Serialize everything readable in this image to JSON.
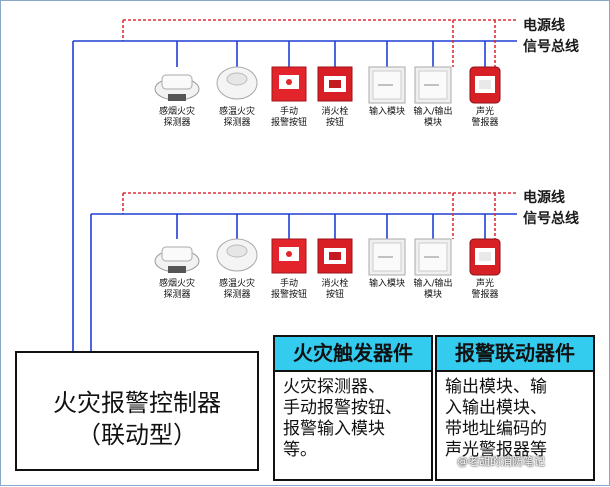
{
  "bus": {
    "power_label": "电源线",
    "signal_label": "信号总线"
  },
  "devices_top": [
    {
      "label1": "感烟火灾",
      "label2": "探测器",
      "icon": "smoke-detector-icon"
    },
    {
      "label1": "感温火灾",
      "label2": "探测器",
      "icon": "heat-detector-icon"
    },
    {
      "label1": "手动",
      "label2": "报警按钮",
      "icon": "manual-alarm-button-icon"
    },
    {
      "label1": "消火栓",
      "label2": "按钮",
      "icon": "hydrant-button-icon"
    },
    {
      "label1": "输入模块",
      "label2": "",
      "icon": "input-module-icon"
    },
    {
      "label1": "输入/输出",
      "label2": "模块",
      "icon": "io-module-icon"
    },
    {
      "label1": "声光",
      "label2": "警报器",
      "icon": "sound-light-alarm-icon"
    }
  ],
  "devices_bottom": [
    {
      "label1": "感烟火灾",
      "label2": "探测器",
      "icon": "smoke-detector-icon"
    },
    {
      "label1": "感温火灾",
      "label2": "探测器",
      "icon": "heat-detector-icon"
    },
    {
      "label1": "手动",
      "label2": "报警按钮",
      "icon": "manual-alarm-button-icon"
    },
    {
      "label1": "消火栓",
      "label2": "按钮",
      "icon": "hydrant-button-icon"
    },
    {
      "label1": "输入模块",
      "label2": "",
      "icon": "input-module-icon"
    },
    {
      "label1": "输入/输出",
      "label2": "模块",
      "icon": "io-module-icon"
    },
    {
      "label1": "声光",
      "label2": "警报器",
      "icon": "sound-light-alarm-icon"
    }
  ],
  "controller": {
    "line1": "火灾报警控制器",
    "line2": "（联动型）"
  },
  "trigger_panel": {
    "title": "火灾触发器件",
    "body": [
      "火灾探测器、",
      "手动报警按钮、",
      "报警输入模块",
      "等。"
    ]
  },
  "linkage_panel": {
    "title": "报警联动器件",
    "body": [
      "输出模块、输",
      "入输出模块、",
      "带地址编码的",
      "声光警报器等"
    ]
  },
  "watermark": "@老胡的消防笔记",
  "colors": {
    "power_line": "#e0303a",
    "signal_line": "#1f3fd6",
    "panel_header": "#34ccee"
  }
}
